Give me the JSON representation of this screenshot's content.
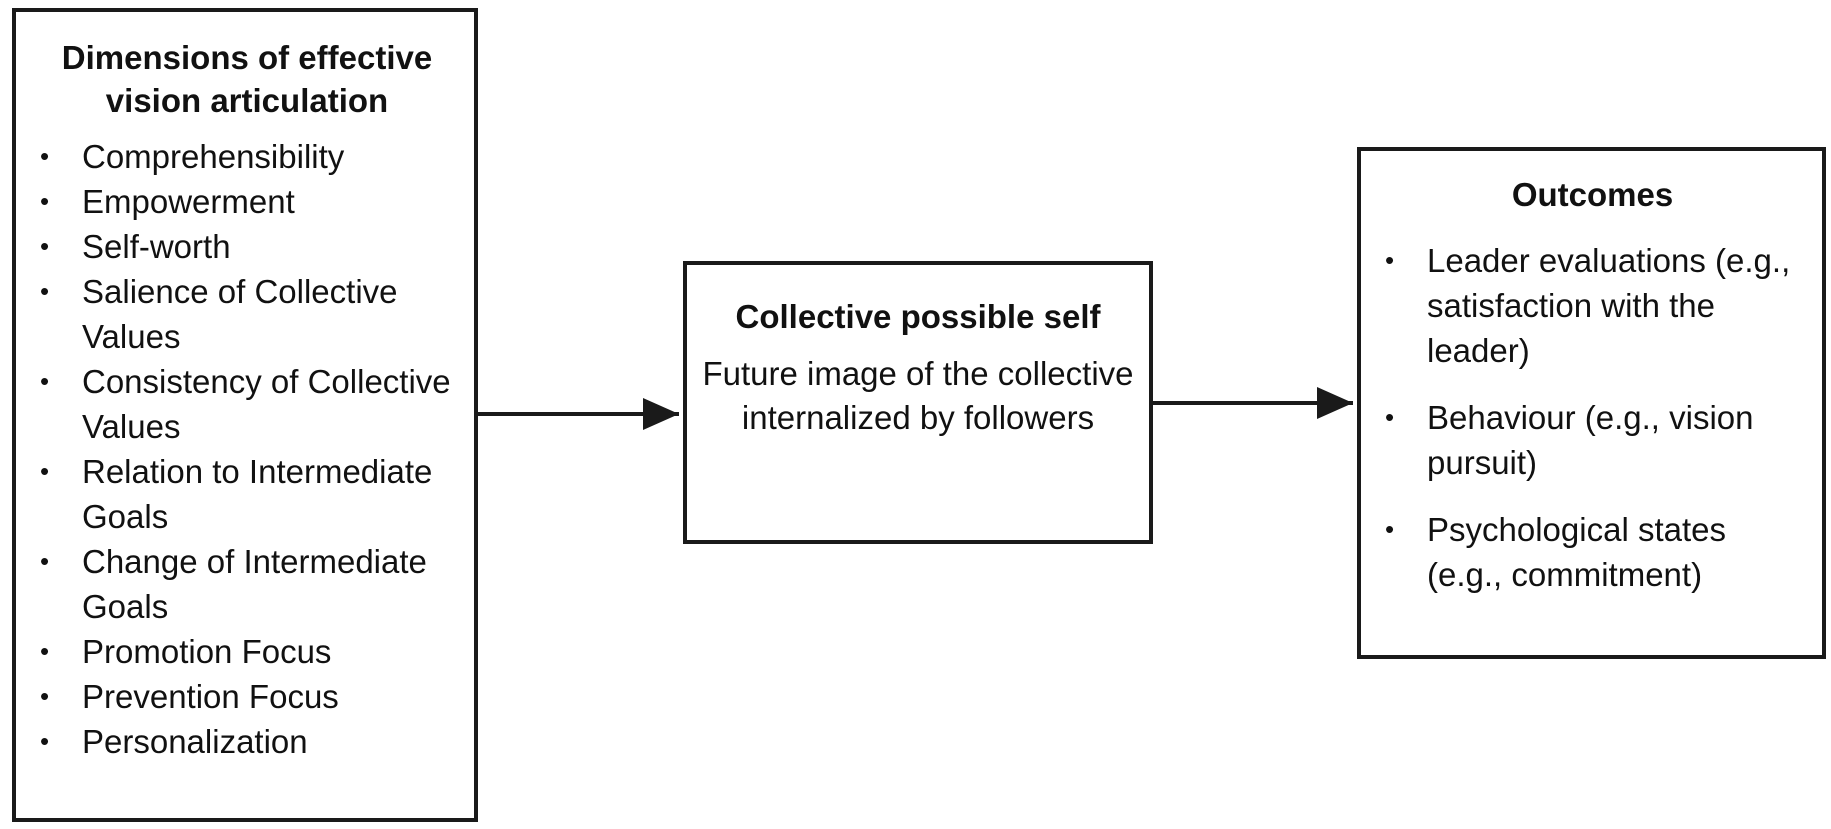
{
  "left_box": {
    "title": "Dimensions of effective vision articulation",
    "items": [
      "Comprehensibility",
      "Empowerment",
      "Self-worth",
      "Salience of Collective Values",
      "Consistency of Collective Values",
      "Relation to Intermediate Goals",
      "Change of Intermediate Goals",
      "Promotion Focus",
      "Prevention Focus",
      "Personalization"
    ]
  },
  "middle_box": {
    "title": "Collective possible self",
    "description": "Future image of the collective internalized by followers"
  },
  "right_box": {
    "title": "Outcomes",
    "items": [
      "Leader evaluations (e.g., satisfaction with the leader)",
      "Behaviour (e.g., vision pursuit)",
      "Psychological states (e.g., commitment)"
    ]
  },
  "bullet_glyph": "•",
  "colors": {
    "border": "#1a1a1a",
    "text": "#111111",
    "background": "#ffffff"
  }
}
